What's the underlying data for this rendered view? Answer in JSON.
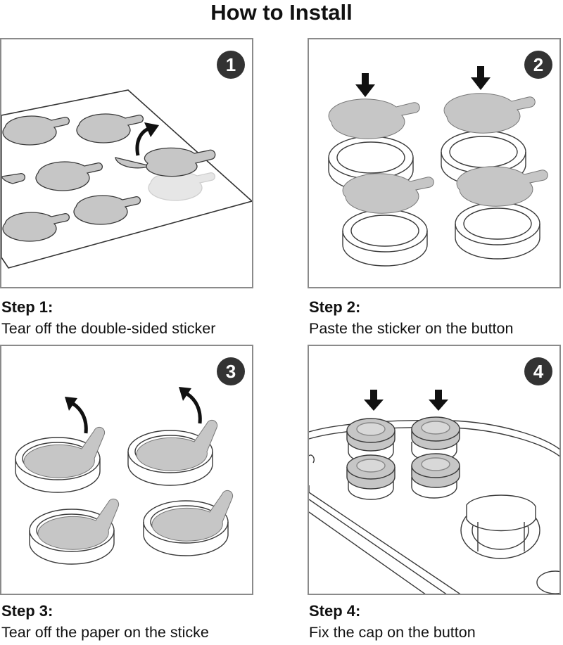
{
  "page": {
    "title": "How to Install"
  },
  "steps": [
    {
      "number": "1",
      "label": "Step 1:",
      "description": "Tear off the double-sided sticker"
    },
    {
      "number": "2",
      "label": "Step 2:",
      "description": "Paste the sticker on the button"
    },
    {
      "number": "3",
      "label": "Step 3:",
      "description": "Tear off the paper on the sticke"
    },
    {
      "number": "4",
      "label": "Step 4:",
      "description": "Fix the cap on the button"
    }
  ],
  "colors": {
    "sticker_fill": "#c6c6c6",
    "outline": "#3a3a3a",
    "badge": "#333333",
    "panel_border": "#8a8a8a"
  },
  "icons": [
    "arrow-down-icon",
    "curved-arrow-up-icon",
    "number-badge-icon"
  ]
}
